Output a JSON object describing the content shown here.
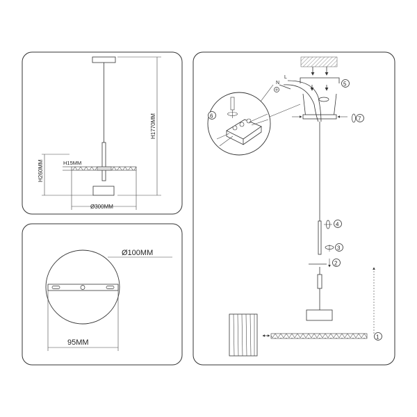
{
  "colors": {
    "line": "#333333",
    "background": "#ffffff"
  },
  "dimensions": {
    "total_height": "H1770MM",
    "body_height": "H260MM",
    "disc_thickness": "H15MM",
    "disc_diameter": "Ø300MM",
    "canopy_diameter": "Ø100MM",
    "mount_width": "95MM"
  },
  "wiring": {
    "neutral": "N",
    "live": "L"
  },
  "steps": [
    "1",
    "2",
    "3",
    "4",
    "5",
    "6",
    "7"
  ]
}
